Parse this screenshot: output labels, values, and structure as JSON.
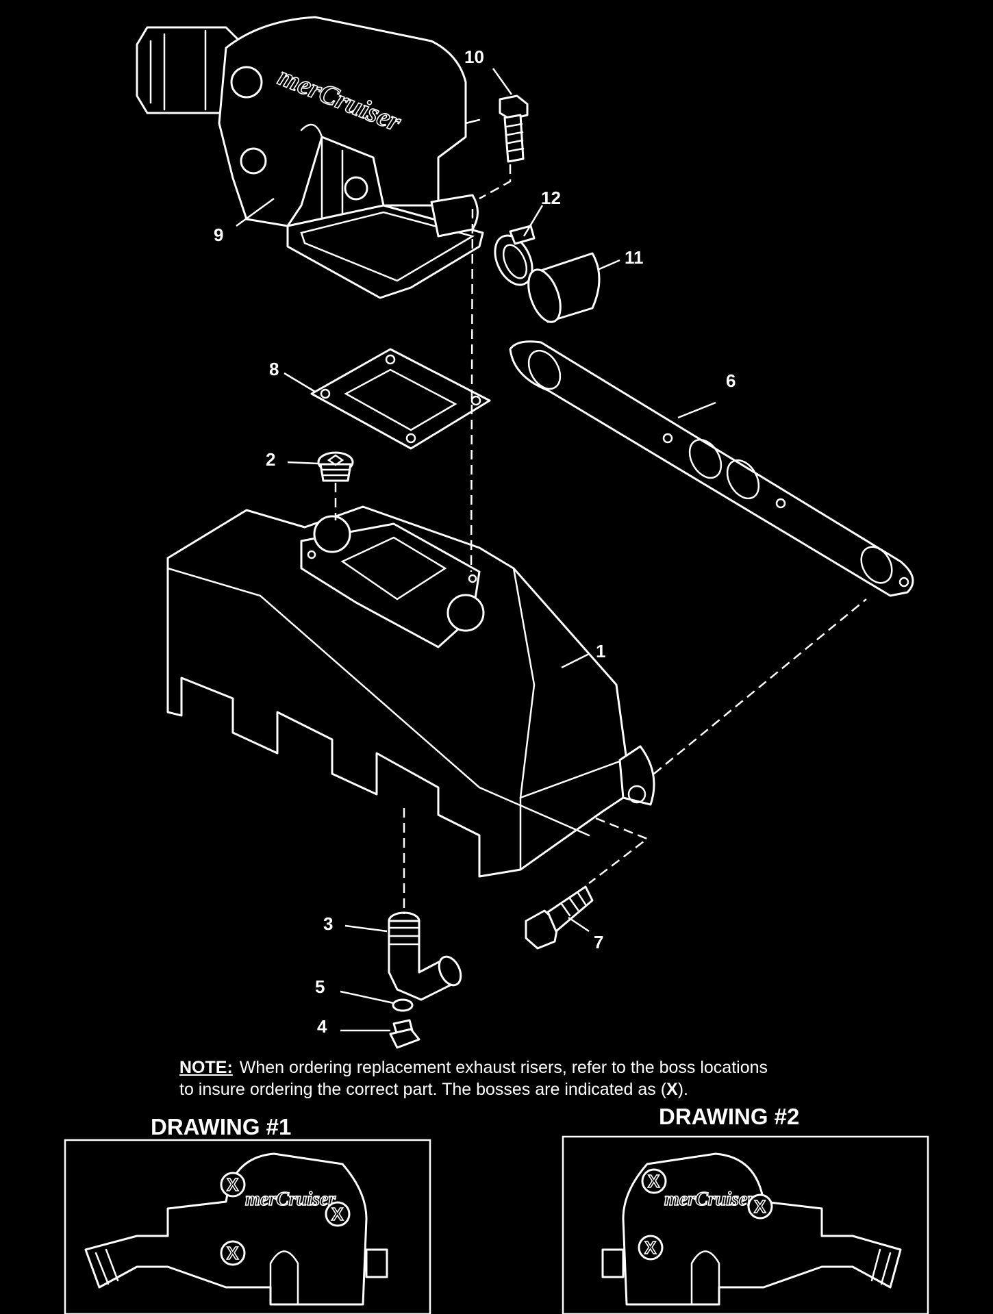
{
  "callouts": [
    "1",
    "2",
    "3",
    "4",
    "5",
    "6",
    "7",
    "8",
    "9",
    "10",
    "11",
    "12"
  ],
  "logo_text": "merCruiser",
  "note": {
    "label": "NOTE:",
    "line1": "When ordering replacement exhaust risers, refer to the boss locations",
    "line2_before": "to insure ordering the correct part. The bosses are indicated as (",
    "line2_mark": "X",
    "line2_after": ")."
  },
  "drawings": [
    {
      "title": "DRAWING #1",
      "boss_mark": "X"
    },
    {
      "title": "DRAWING #2",
      "boss_mark": "X"
    }
  ],
  "colors": {
    "background": "#000000",
    "linework": "#ffffff"
  }
}
